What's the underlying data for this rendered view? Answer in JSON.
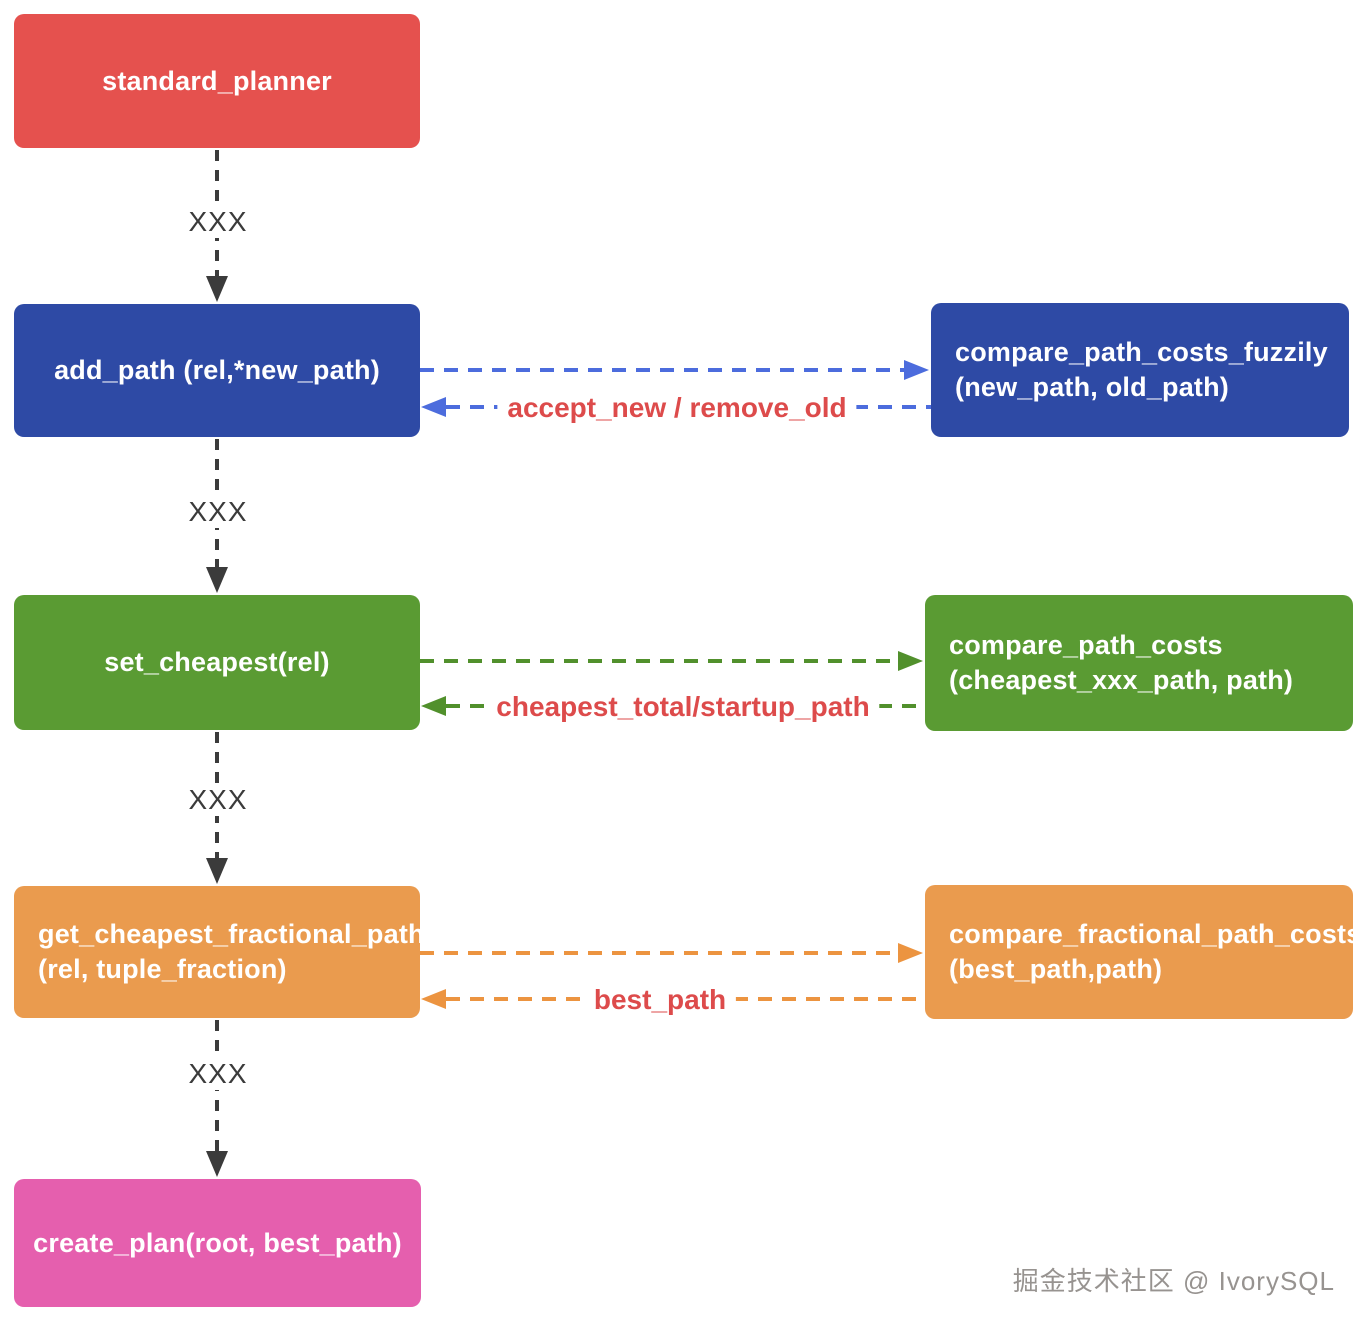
{
  "nodes": {
    "standard_planner": {
      "label": "standard_planner",
      "color": "#e5514e"
    },
    "add_path": {
      "label": "add_path (rel,*new_path)",
      "color": "#2e4aa5"
    },
    "compare_path_costs_fuzzily": {
      "line1": "compare_path_costs_fuzzily",
      "line2": "(new_path, old_path)",
      "color": "#2e4aa5"
    },
    "set_cheapest": {
      "label": "set_cheapest(rel)",
      "color": "#5a9b33"
    },
    "compare_path_costs": {
      "line1": "compare_path_costs",
      "line2": "(cheapest_xxx_path, path)",
      "color": "#5a9b33"
    },
    "get_cheapest_fractional_path": {
      "line1": "get_cheapest_fractional_path",
      "line2": "(rel, tuple_fraction)",
      "color": "#ea9b4e"
    },
    "compare_fractional_path_costs": {
      "line1": "compare_fractional_path_costs",
      "line2": "(best_path,path)",
      "color": "#ea9b4e"
    },
    "create_plan": {
      "label": "create_plan(root, best_path)",
      "color": "#e55fae"
    }
  },
  "edge_labels": {
    "step_1": "XXX",
    "step_2": "XXX",
    "step_3": "XXX",
    "step_4": "XXX",
    "fuzzily_return": "accept_new / remove_old",
    "set_cheapest_return": "cheapest_total/startup_path",
    "fractional_return": "best_path"
  },
  "arrow_colors": {
    "vertical": "#3b3b3b",
    "blue": "#4c6cdd",
    "green": "#51902c",
    "orange": "#ec9440",
    "return_label": "#dd4b4b"
  },
  "watermark": "掘金技术社区 @ IvorySQL"
}
